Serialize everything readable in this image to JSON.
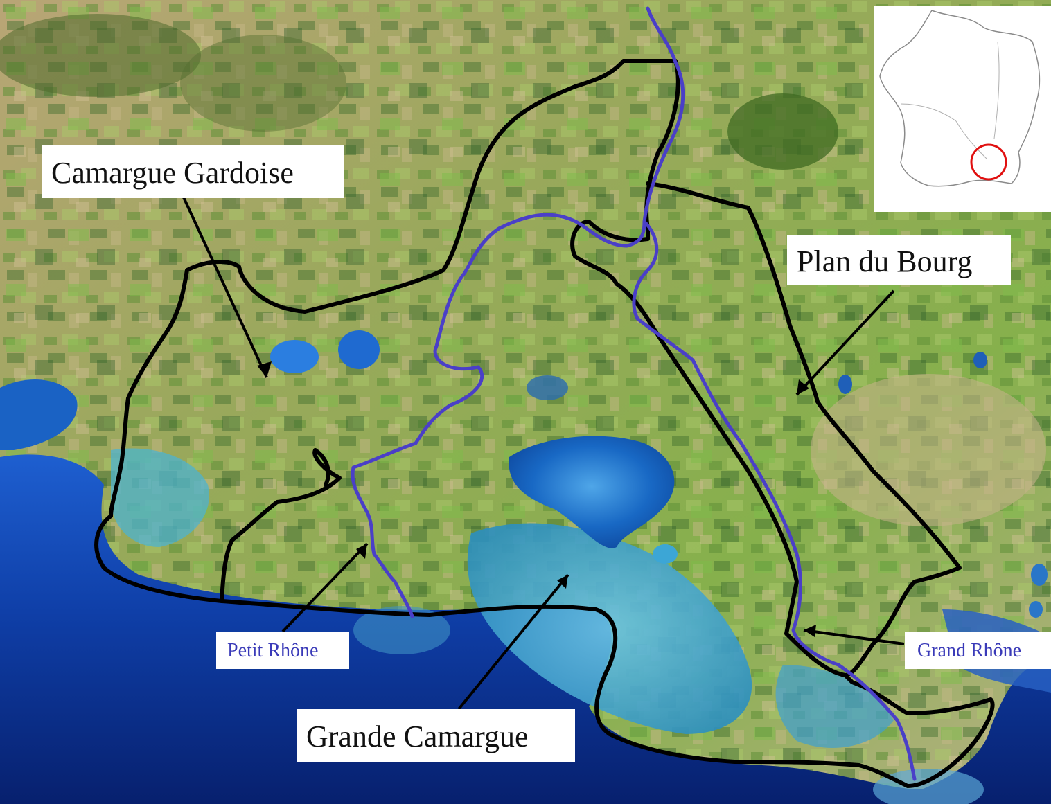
{
  "map": {
    "regions": {
      "camargue_gardoise": "Camargue Gardoise",
      "plan_du_bourg": "Plan du Bourg",
      "grande_camargue": "Grande Camargue"
    },
    "rivers": {
      "petit_rhone": "Petit Rhône",
      "grand_rhone": "Grand Rhône"
    },
    "colors": {
      "sea_deep": "#0a2a8a",
      "sea_mid": "#1646b8",
      "land_green": "#7fae4a",
      "land_tan": "#b9a576",
      "lagoon": "#1a6fc0",
      "boundary": "#000000",
      "river": "#4a3fc8",
      "river_label": "#3a3ab8",
      "inset_marker": "#e01010"
    }
  }
}
